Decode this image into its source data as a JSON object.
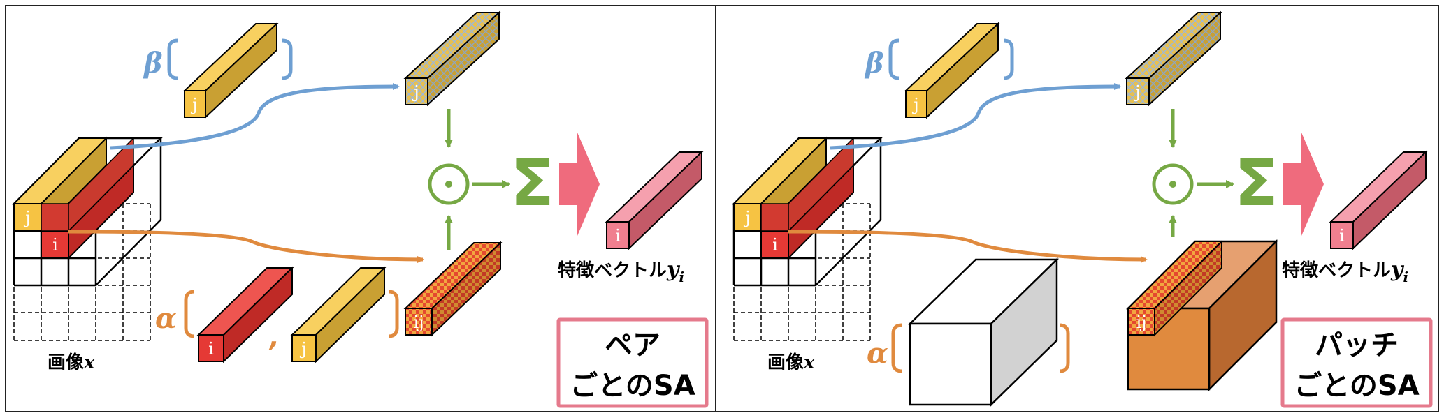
{
  "colors": {
    "yellow": "#F6C343",
    "yellow_top": "#F8D060",
    "yellow_side": "#C9A033",
    "red": "#E53935",
    "red_top": "#EE5550",
    "red_side": "#BF2A26",
    "pink": "#F07F8F",
    "pink_side": "#C45A68",
    "blue": "#6E9FD2",
    "orange": "#E08A3E",
    "green": "#76A844",
    "big_arrow": "#EF6B7D",
    "box_border": "#E57A8C"
  },
  "panels": [
    {
      "id": "pairwise",
      "beta_label": "β",
      "alpha_label": "α",
      "j_label": "j",
      "i_label": "i",
      "ij_label": "ij",
      "comma": ",",
      "image_label": "画像",
      "image_var": "x",
      "feature_label": "特徴ベクトル",
      "feature_var": "y",
      "feature_sub": "i",
      "odot": "⊙",
      "sum": "Σ",
      "title_line1": "ペア",
      "title_line2": "ごとのSA"
    },
    {
      "id": "patchwise",
      "beta_label": "β",
      "alpha_label": "α",
      "j_label": "j",
      "i_label": "i",
      "ij_label": "ij",
      "image_label": "画像",
      "image_var": "x",
      "feature_label": "特徴ベクトル",
      "feature_var": "y",
      "feature_sub": "i",
      "odot": "⊙",
      "sum": "Σ",
      "title_line1": "パッチ",
      "title_line2": "ごとのSA"
    }
  ]
}
